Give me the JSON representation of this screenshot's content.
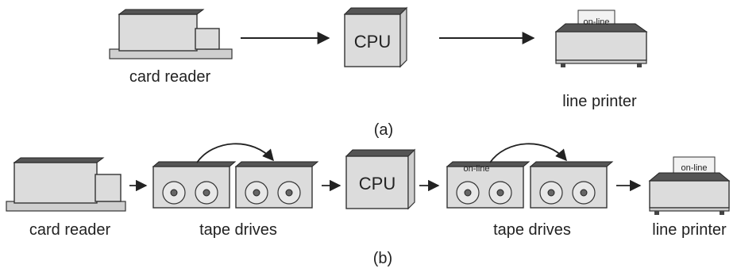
{
  "part_a": {
    "card_reader_label": "card reader",
    "cpu_label": "CPU",
    "printer_label": "line printer",
    "printer_paper_text": "on-line",
    "caption": "(a)"
  },
  "part_b": {
    "card_reader_label": "card reader",
    "tape_drives_input_label": "tape drives",
    "cpu_label": "CPU",
    "tape_drives_output_label": "tape drives",
    "printer_label": "line printer",
    "printer_paper_text": "on-line",
    "output_tape_text": "on-line",
    "caption": "(b)"
  },
  "colors": {
    "device_fill": "#dcdcdc",
    "stroke": "#333333",
    "dark": "#555555"
  }
}
